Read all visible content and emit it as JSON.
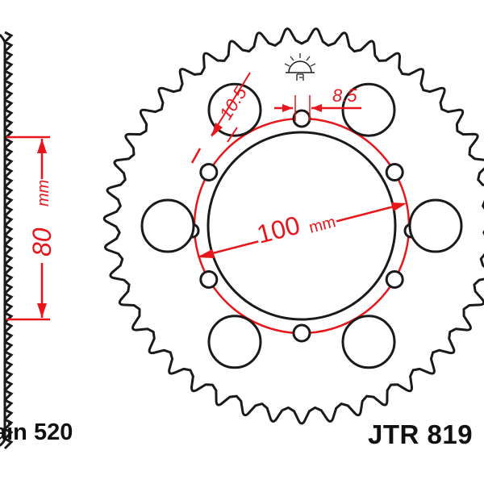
{
  "drawing": {
    "teeth": 43,
    "mounting_holes": 6,
    "lightening_holes": 6
  },
  "dimensions": {
    "side_height": {
      "value": "80",
      "unit": "mm"
    },
    "center_bore": {
      "value": "100",
      "unit": "mm"
    },
    "pcd_hole": {
      "value": "10.5"
    },
    "bolt_hole": {
      "value": "8.5"
    }
  },
  "labels": {
    "chain": "ain 520",
    "part_number": "JTR 819"
  },
  "colors": {
    "outline": "#1a1a1a",
    "dimension": "#e8151b"
  },
  "icons": [
    "logo-icon"
  ]
}
